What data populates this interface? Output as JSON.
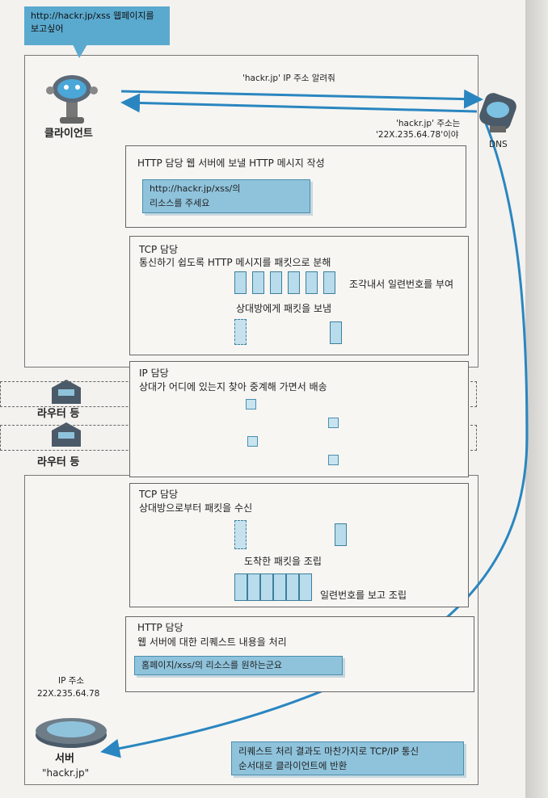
{
  "bubble": {
    "line1": "http://hackr.jp/xss 웹페이지를",
    "line2": "보고싶어"
  },
  "client": {
    "label": "클라이언트"
  },
  "dns": {
    "label": "DNS",
    "request": "'hackr.jp' IP 주소 알려줘",
    "reply_line1": "'hackr.jp' 주소는",
    "reply_line2": "'22X.235.64.78'이야"
  },
  "http_client": {
    "title": "HTTP 담당 웹 서버에 보낼 HTTP 메시지 작성",
    "msg_line1": "http://hackr.jp/xss/의",
    "msg_line2": "리소스를 주세요"
  },
  "tcp_client": {
    "title": "TCP 담당",
    "desc": "통신하기 쉽도록 HTTP 메시지를 패킷으로 분해",
    "note": "조각내서 일련번호를 부여",
    "send": "상대방에게 패킷을 보냄"
  },
  "ip": {
    "title": "IP 담당",
    "desc": "상대가 어디에 있는지 찾아 중계해 가면서 배송"
  },
  "routers": [
    "라우터 등",
    "라우터 등"
  ],
  "tcp_server": {
    "title": "TCP 담당",
    "desc": "상대방으로부터 패킷을 수신",
    "assemble": "도착한 패킷을 조립",
    "order": "일련번호를 보고 조립"
  },
  "http_server": {
    "title": "HTTP 담당",
    "desc": "웹 서버에 대한 리퀘스트 내용을 처리",
    "msg": "홈페이지/xss/의 리소스를 원하는군요"
  },
  "server": {
    "ip_label": "IP 주소",
    "ip": "22X.235.64.78",
    "label": "서버",
    "host": "\"hackr.jp\""
  },
  "footer": {
    "line1": "리퀘스트 처리 결과도 마찬가지로 TCP/IP 통신",
    "line2": "순서대로 클라이언트에 반환"
  },
  "colors": {
    "accent": "#8fc3dc",
    "arrow": "#2a86c0"
  }
}
